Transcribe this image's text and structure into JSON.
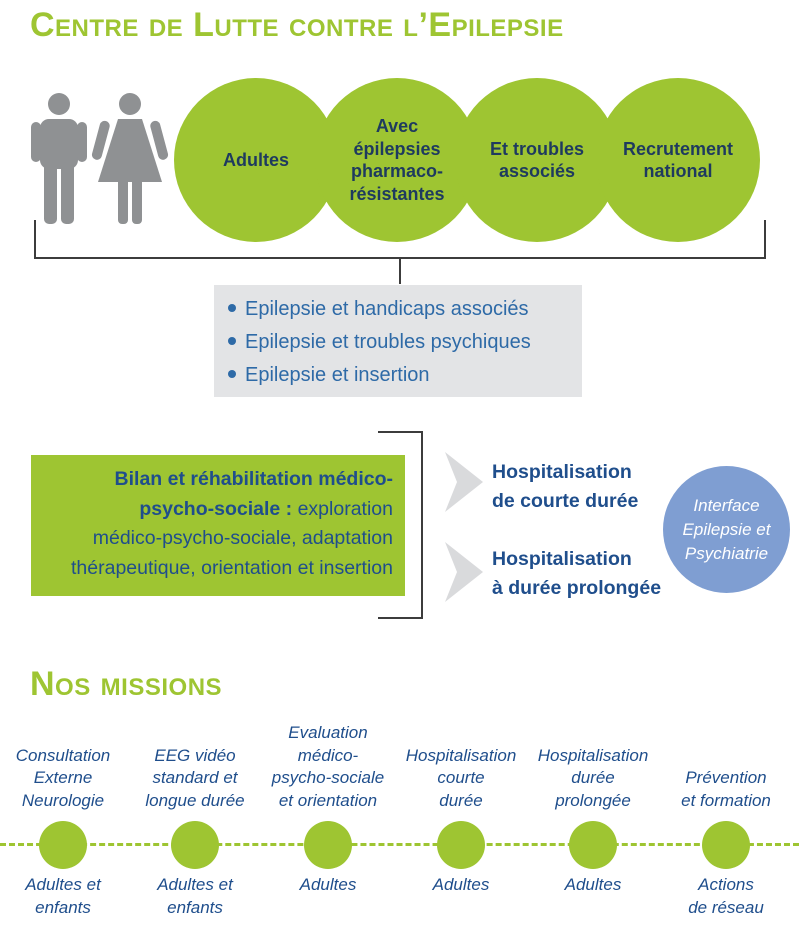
{
  "title": "Centre de Lutte contre l’Epilepsie",
  "circles": [
    {
      "label": "Adultes"
    },
    {
      "label": "Avec\népilepsies\npharmaco-\nrésistantes"
    },
    {
      "label": "Et troubles\nassociés"
    },
    {
      "label": "Recrutement\nnational"
    }
  ],
  "specialties": [
    "Epilepsie et handicaps associés",
    "Epilepsie et troubles psychiques",
    "Epilepsie et insertion"
  ],
  "bilan": {
    "line1": "Bilan et réhabilitation médico-",
    "line2_bold": "psycho-sociale :",
    "line2_rest": " exploration",
    "line3": "médico-psycho-sociale, adaptation",
    "line4": "thérapeutique, orientation et insertion"
  },
  "hospitalisations": [
    "Hospitalisation\nde courte durée",
    "Hospitalisation\nà durée prolongée"
  ],
  "interface": "Interface\nEpilepsie et\nPsychiatrie",
  "missions_title": "Nos missions",
  "missions": [
    {
      "top": "Consultation\nExterne\nNeurologie",
      "bottom": "Adultes et\nenfants"
    },
    {
      "top": "EEG vidéo\nstandard et\nlongue durée",
      "bottom": "Adultes et\nenfants"
    },
    {
      "top": "Evaluation\nmédico-\npsycho-sociale\net orientation",
      "bottom": "Adultes"
    },
    {
      "top": "Hospitalisation\ncourte\ndurée",
      "bottom": "Adultes"
    },
    {
      "top": "Hospitalisation\ndurée\nprolongée",
      "bottom": "Adultes"
    },
    {
      "top": "Prévention\net formation",
      "bottom": "Actions\nde réseau"
    }
  ],
  "colors": {
    "green": "#9ec532",
    "navy": "#1f4e8c",
    "blue_text": "#2e6aa7",
    "gray_box": "#e3e4e6",
    "interface_circle": "#7f9ed2",
    "icon_gray": "#8f9193"
  }
}
